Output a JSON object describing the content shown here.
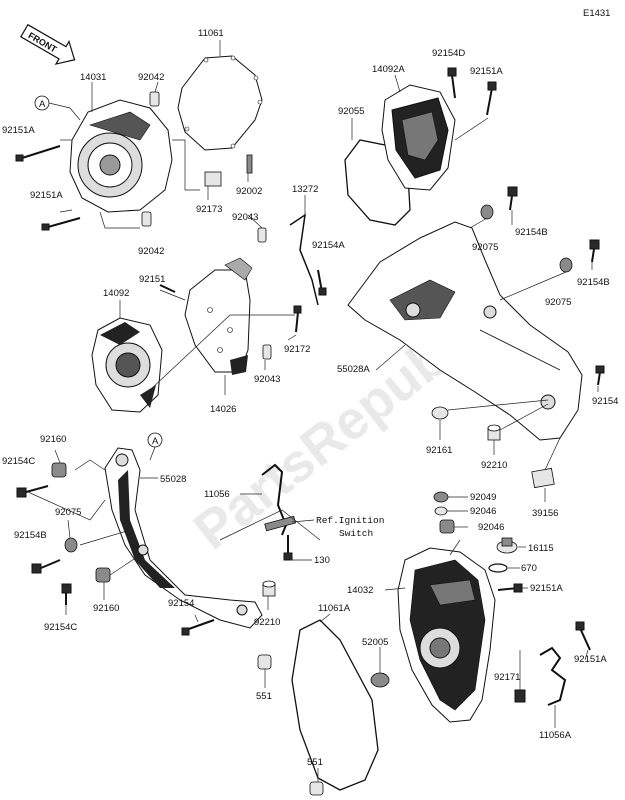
{
  "diagram_code": "E1431",
  "front_badge": "FRONT",
  "ref_circle": "A",
  "watermark": "PartsRepublik",
  "ref_note": [
    "Ref.Ignition",
    "Switch"
  ],
  "labels": {
    "p11061": "11061",
    "p14031": "14031",
    "p92042a": "92042",
    "p92151a_1": "92151A",
    "p92151a_2": "92151A",
    "p92002": "92002",
    "p92173": "92173",
    "p92042b": "92042",
    "p14092a": "14092A",
    "p92154d": "92154D",
    "p92151a_3": "92151A",
    "p92055": "92055",
    "p13272": "13272",
    "p92043a": "92043",
    "p92154a": "92154A",
    "p92151": "92151",
    "p14092": "14092",
    "p92172": "92172",
    "p92043b": "92043",
    "p14026": "14026",
    "p92154b_1": "92154B",
    "p92075_1": "92075",
    "p92154b_2": "92154B",
    "p92075_2": "92075",
    "p55028a": "55028A",
    "p92154_r": "92154",
    "p92161": "92161",
    "p92210_r": "92210",
    "p39156": "39156",
    "p92160_1": "92160",
    "p92154c_1": "92154C",
    "p55028": "55028",
    "p92075_3": "92075",
    "p92154b_3": "92154B",
    "p92160_2": "92160",
    "p92154c_2": "92154C",
    "p11056": "11056",
    "p130": "130",
    "p92154_l": "92154",
    "p92210_l": "92210",
    "p92049": "92049",
    "p92046a": "92046",
    "p92046b": "92046",
    "p16115": "16115",
    "p670": "670",
    "p14032": "14032",
    "p92151a_4": "92151A",
    "p11061a": "11061A",
    "p52005": "52005",
    "p92171": "92171",
    "p92151a_5": "92151A",
    "p11056a": "11056A",
    "p551a": "551",
    "p551b": "551"
  }
}
